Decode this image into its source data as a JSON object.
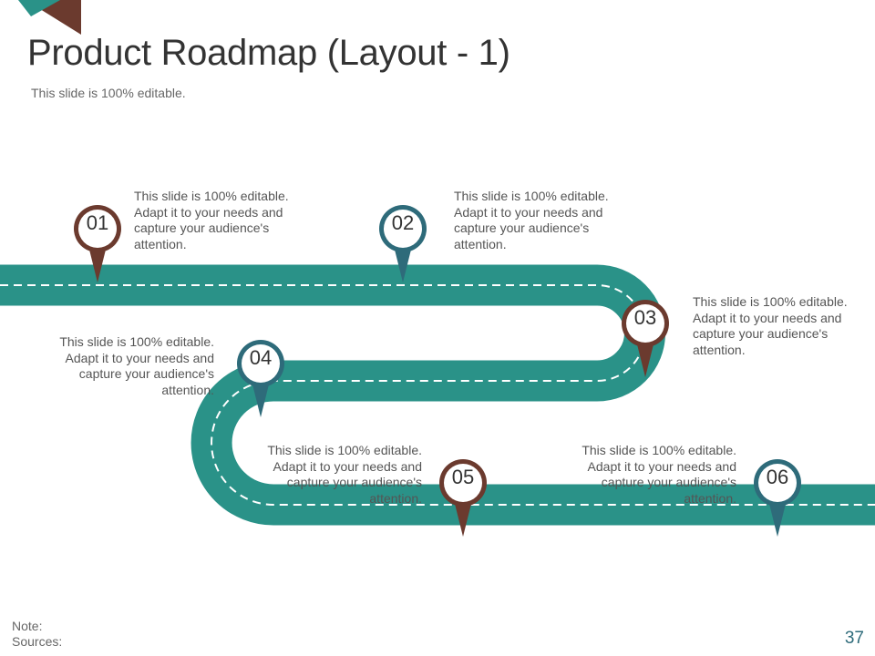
{
  "slide": {
    "title": "Product Roadmap (Layout - 1)",
    "subtitle": "This slide is 100% editable.",
    "note_label": "Note:",
    "sources_label": "Sources:",
    "page_number": "37"
  },
  "colors": {
    "road": "#2a9288",
    "brown": "#6b3a2e",
    "blue": "#2e6b7a",
    "corner_teal": "#2a9288",
    "corner_brown": "#6b3a2e"
  },
  "milestones": [
    {
      "number": "01",
      "color": "brown",
      "text": "This slide is 100% editable. Adapt it to your needs and capture your audience's attention."
    },
    {
      "number": "02",
      "color": "blue",
      "text": "This slide is 100% editable. Adapt it to your needs and capture your audience's attention."
    },
    {
      "number": "03",
      "color": "brown",
      "text": "This slide is 100% editable. Adapt it to your needs and capture your audience's attention."
    },
    {
      "number": "04",
      "color": "blue",
      "text": "This slide is 100% editable. Adapt it to your needs and capture your audience's attention."
    },
    {
      "number": "05",
      "color": "brown",
      "text": "This slide is 100% editable. Adapt it to your needs and capture your audience's attention."
    },
    {
      "number": "06",
      "color": "blue",
      "text": "This slide is 100% editable. Adapt it to your needs and capture your audience's attention."
    }
  ]
}
